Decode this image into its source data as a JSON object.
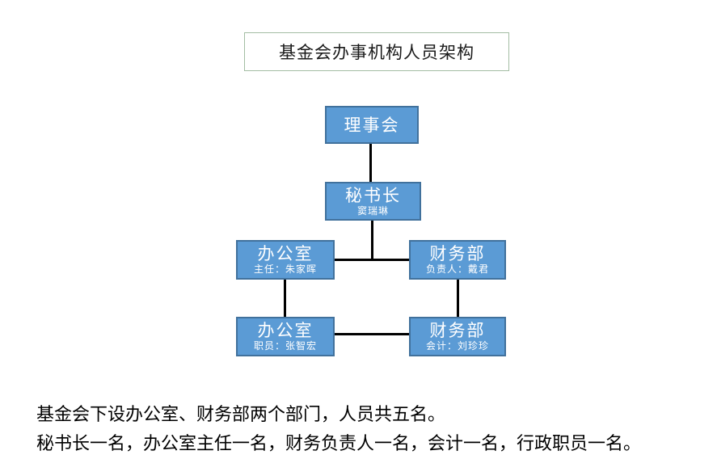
{
  "title": "基金会办事机构人员架构",
  "org_chart": {
    "nodes": {
      "board": {
        "label": "理事会",
        "sub": ""
      },
      "secretary": {
        "label": "秘书长",
        "sub": "窦瑞琳"
      },
      "office1": {
        "label": "办公室",
        "sub": "主任：朱家晖"
      },
      "finance1": {
        "label": "财务部",
        "sub": "负责人：戴君"
      },
      "office2": {
        "label": "办公室",
        "sub": "职员：张智宏"
      },
      "finance2": {
        "label": "财务部",
        "sub": "会计：刘珍珍"
      }
    },
    "edges": [
      [
        "board",
        "secretary"
      ],
      [
        "secretary",
        "office1"
      ],
      [
        "secretary",
        "finance1"
      ],
      [
        "office1",
        "office2"
      ],
      [
        "finance1",
        "finance2"
      ],
      [
        "office2",
        "finance2"
      ]
    ]
  },
  "notes": {
    "line1": "基金会下设办公室、财务部两个部门，人员共五名。",
    "line2": "秘书长一名，办公室主任一名，财务负责人一名，会计一名，行政职员一名。"
  },
  "colors": {
    "node_fill": "#5b9bd5",
    "node_border": "#41719c",
    "node_text": "#ffffff",
    "title_border": "#a3bda3",
    "connector": "#000000",
    "body_text": "#000000",
    "background": "#ffffff"
  }
}
